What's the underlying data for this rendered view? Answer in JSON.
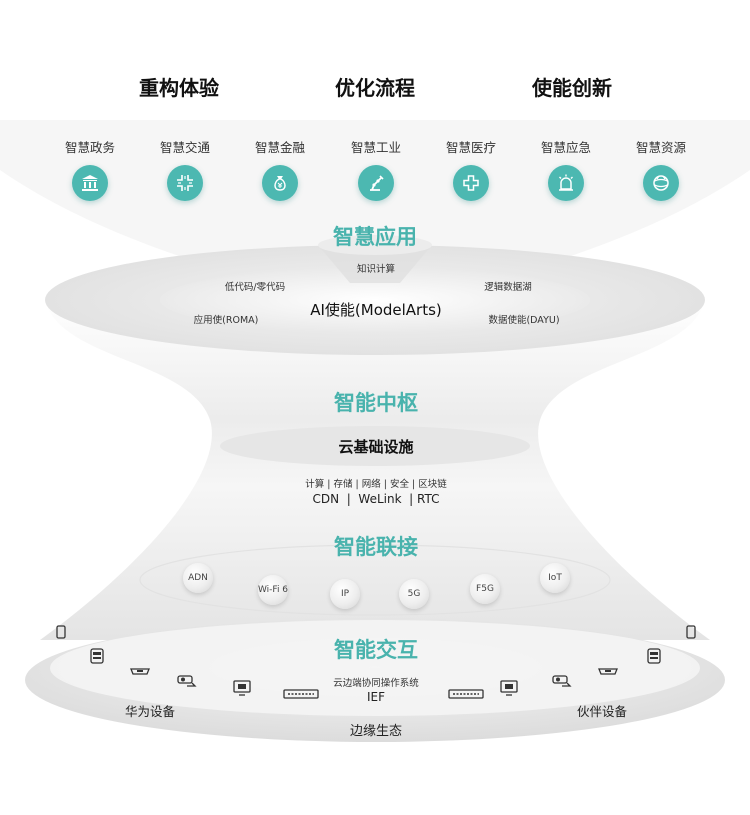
{
  "pillars": [
    "重构体验",
    "优化流程",
    "使能创新"
  ],
  "applications": [
    {
      "label": "智慧政务",
      "icon": "government-building-icon"
    },
    {
      "label": "智慧交通",
      "icon": "traffic-intersection-icon"
    },
    {
      "label": "智慧金融",
      "icon": "money-bag-icon"
    },
    {
      "label": "智慧工业",
      "icon": "robot-arm-icon"
    },
    {
      "label": "智慧医疗",
      "icon": "medical-cross-icon"
    },
    {
      "label": "智慧应急",
      "icon": "alarm-light-icon"
    },
    {
      "label": "智慧资源",
      "icon": "globe-resources-icon"
    }
  ],
  "layers": {
    "application": {
      "title": "智慧应用",
      "knowledge": "知识计算",
      "lowcode": "低代码/零代码",
      "datalake": "逻辑数据湖",
      "roma": "应用使(ROMA)",
      "modelarts": "AI使能(ModelArts)",
      "dayu": "数据使能(DAYU)"
    },
    "hub": {
      "title": "智能中枢",
      "infra": "云基础设施",
      "services": "计算 | 存储 | 网络 | 安全 | 区块链",
      "cdn": "CDN  |  WeLink  | RTC"
    },
    "connect": {
      "title": "智能联接",
      "nodes": [
        "ADN",
        "Wi-Fi 6",
        "IP",
        "5G",
        "F5G",
        "IoT"
      ]
    },
    "interact": {
      "title": "智能交互",
      "os": "云边端协同操作系统",
      "ief": "IEF",
      "huawei": "华为设备",
      "partner": "伙伴设备",
      "edge": "边缘生态"
    }
  },
  "colors": {
    "accent": "#49b3ad",
    "icon_bg": "#4cb8b1"
  }
}
